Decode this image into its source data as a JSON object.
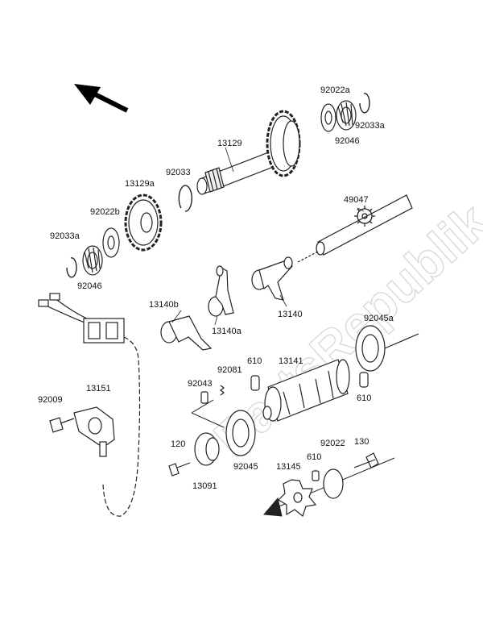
{
  "watermark": "PartsRepublik",
  "labels": {
    "l1": "92022a",
    "l2": "92033a",
    "l3": "92046",
    "l4": "13129",
    "l5": "13129a",
    "l6": "92033",
    "l7": "92022b",
    "l8": "92033a",
    "l9": "92046",
    "l10": "49047",
    "l11": "13140b",
    "l12": "13140a",
    "l13": "13140",
    "l14": "92045a",
    "l15": "610",
    "l16": "13141",
    "l17": "92081",
    "l18": "92043",
    "l19": "610",
    "l20": "92009",
    "l21": "13151",
    "l22": "92022",
    "l23": "130",
    "l24": "120",
    "l25": "610",
    "l26": "13145",
    "l27": "92045",
    "l28": "13091"
  }
}
